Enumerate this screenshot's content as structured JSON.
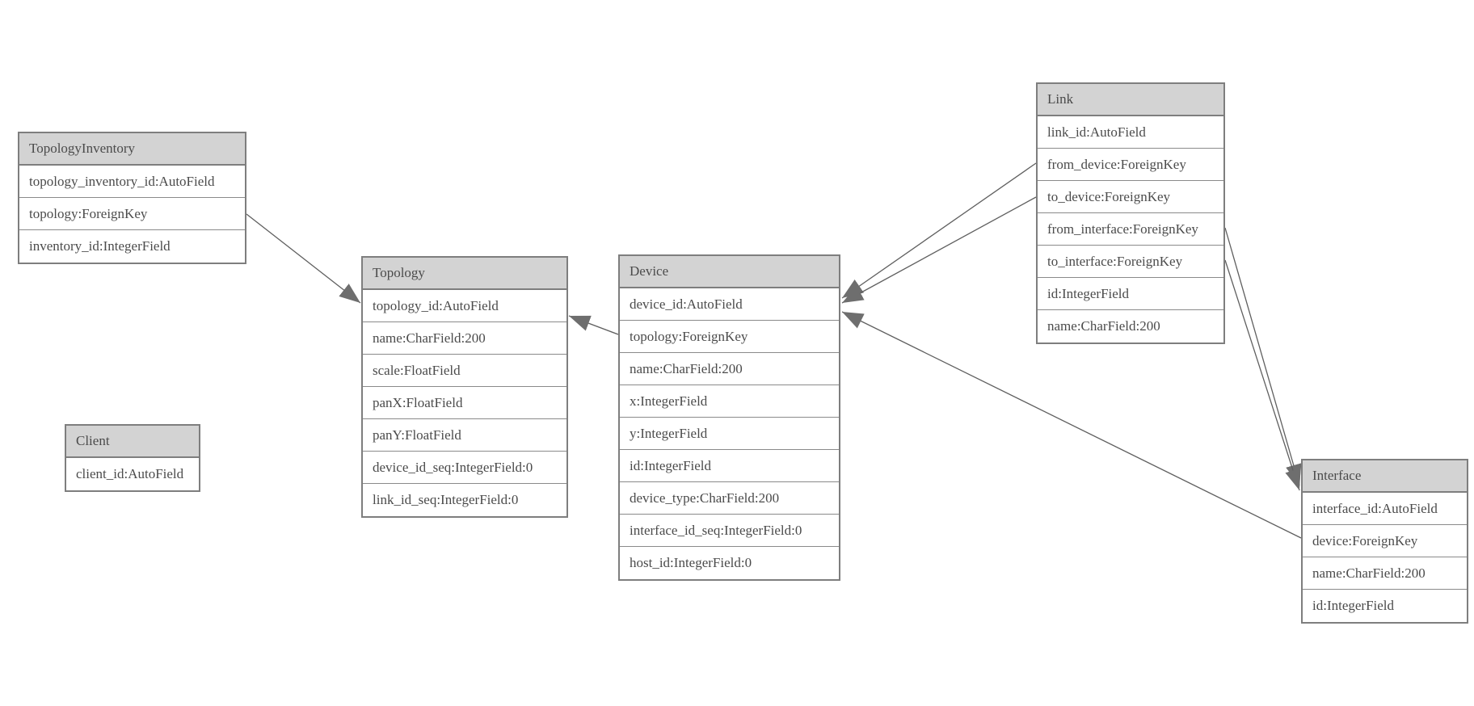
{
  "diagram": {
    "kind": "database-model-diagram",
    "background_color": "#ffffff",
    "header_fill_color": "#d3d3d3",
    "border_color": "#7e7e7e",
    "text_color": "#4b4b4b",
    "line_color": "#5f5f5f",
    "arrowhead_color": "#6e6e6e"
  },
  "tables": [
    {
      "name": "TopologyInventory",
      "fields": [
        "topology_inventory_id:AutoField",
        "topology:ForeignKey",
        "inventory_id:IntegerField"
      ]
    },
    {
      "name": "Topology",
      "fields": [
        "topology_id:AutoField",
        "name:CharField:200",
        "scale:FloatField",
        "panX:FloatField",
        "panY:FloatField",
        "device_id_seq:IntegerField:0",
        "link_id_seq:IntegerField:0"
      ]
    },
    {
      "name": "Client",
      "fields": [
        "client_id:AutoField"
      ]
    },
    {
      "name": "Device",
      "fields": [
        "device_id:AutoField",
        "topology:ForeignKey",
        "name:CharField:200",
        "x:IntegerField",
        "y:IntegerField",
        "id:IntegerField",
        "device_type:CharField:200",
        "interface_id_seq:IntegerField:0",
        "host_id:IntegerField:0"
      ]
    },
    {
      "name": "Link",
      "fields": [
        "link_id:AutoField",
        "from_device:ForeignKey",
        "to_device:ForeignKey",
        "from_interface:ForeignKey",
        "to_interface:ForeignKey",
        "id:IntegerField",
        "name:CharField:200"
      ]
    },
    {
      "name": "Interface",
      "fields": [
        "interface_id:AutoField",
        "device:ForeignKey",
        "name:CharField:200",
        "id:IntegerField"
      ]
    }
  ],
  "relations": [
    {
      "from": "TopologyInventory.topology",
      "to": "Topology.topology_id"
    },
    {
      "from": "Device.topology",
      "to": "Topology.topology_id"
    },
    {
      "from": "Link.from_device",
      "to": "Device.device_id"
    },
    {
      "from": "Link.to_device",
      "to": "Device.device_id"
    },
    {
      "from": "Link.from_interface",
      "to": "Interface.interface_id"
    },
    {
      "from": "Link.to_interface",
      "to": "Interface.interface_id"
    },
    {
      "from": "Interface.device",
      "to": "Device.device_id"
    }
  ]
}
